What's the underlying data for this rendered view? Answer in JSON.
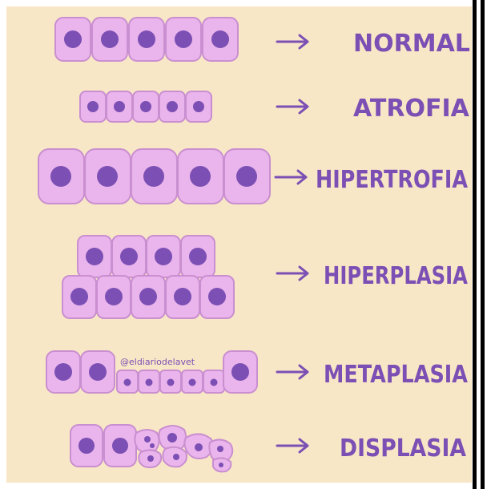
{
  "labels": {
    "normal": "NORMAL",
    "atrofia": "ATROFIA",
    "hipertrofia": "HIPERTROFIA",
    "hiperplasia": "HIPERPLASIA",
    "metaplasia": "METAPLASIA",
    "displasia": "DISPLASIA"
  },
  "watermark": "@eldiariodelavet",
  "colors": {
    "background": "#f8e7c6",
    "cell": "#eab4ec",
    "cell_border": "#c98fd0",
    "nucleus": "#7b4fb4",
    "text": "#7b4fb4",
    "divider": "#000000"
  }
}
